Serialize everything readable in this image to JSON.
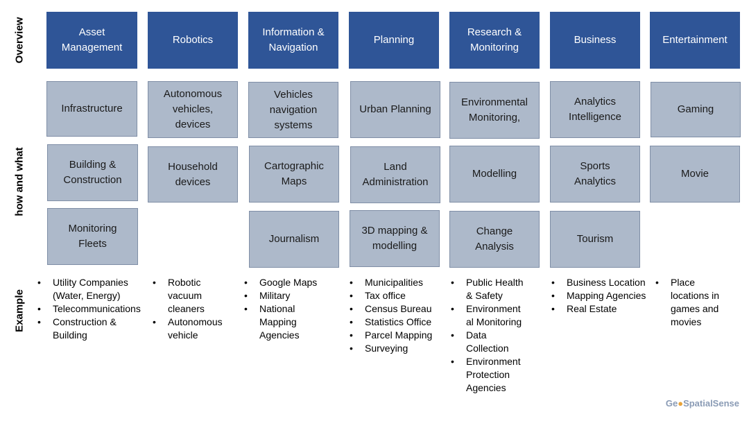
{
  "row_labels": {
    "overview": "Overview",
    "how": "how and what",
    "example": "Example"
  },
  "columns": [
    {
      "header": "Asset\nManagement",
      "cells": [
        "Infrastructure",
        "Building &\nConstruction",
        "Monitoring\nFleets"
      ],
      "examples": [
        "Utility Companies\n(Water, Energy)",
        "Telecommunications",
        "Construction &\nBuilding"
      ]
    },
    {
      "header": "Robotics",
      "cells": [
        "Autonomous\nvehicles,\ndevices",
        "Household\ndevices"
      ],
      "examples": [
        "Robotic\nvacuum\ncleaners",
        "Autonomous\nvehicle"
      ]
    },
    {
      "header": "Information &\nNavigation",
      "cells": [
        "Vehicles\nnavigation\nsystems",
        "Cartographic\nMaps",
        "Journalism"
      ],
      "examples": [
        "Google Maps",
        "Military",
        "National\nMapping\nAgencies"
      ]
    },
    {
      "header": "Planning",
      "cells": [
        "Urban Planning",
        "Land\nAdministration",
        "3D mapping &\nmodelling"
      ],
      "examples": [
        "Municipalities",
        "Tax office",
        "Census Bureau",
        "Statistics Office",
        "Parcel Mapping",
        "Surveying"
      ]
    },
    {
      "header": "Research &\nMonitoring",
      "cells": [
        "Environmental\nMonitoring,",
        "Modelling",
        "Change\nAnalysis"
      ],
      "examples": [
        "Public Health\n& Safety",
        "Environment\nal Monitoring",
        "Data\nCollection",
        "Environment\nProtection\nAgencies"
      ]
    },
    {
      "header": "Business",
      "cells": [
        "Analytics\nIntelligence",
        "Sports\nAnalytics",
        "Tourism"
      ],
      "examples": [
        "Business Location",
        "Mapping Agencies",
        "Real Estate"
      ]
    },
    {
      "header": "Entertainment",
      "cells": [
        "Gaming",
        "Movie"
      ],
      "examples": [
        "Place\nlocations in\ngames and\nmovies"
      ]
    }
  ],
  "brand": {
    "part1": "Ge",
    "dot": "●",
    "part2": "SpatialSense"
  },
  "colors": {
    "header_fill": "#2f5597",
    "cell_fill": "#adb9ca"
  }
}
